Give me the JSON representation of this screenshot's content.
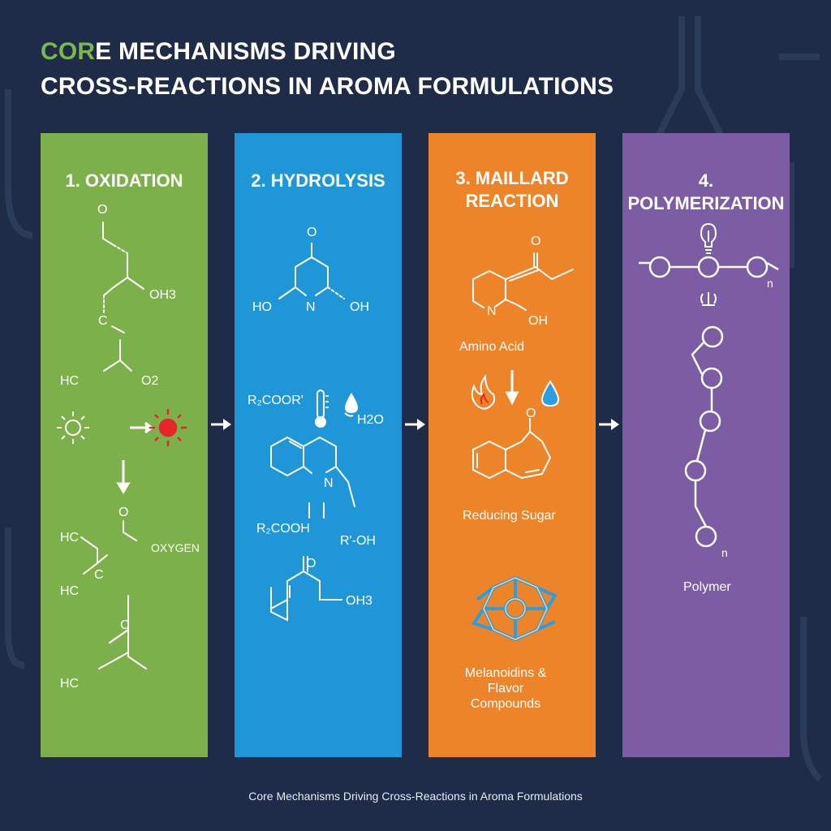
{
  "title": {
    "highlight": "COR",
    "line1_rest": "E MECHANISMS DRIVING",
    "line2": "CROSS-REACTIONS IN AROMA FORMULATIONS"
  },
  "colors": {
    "background": "#1e2c48",
    "title_highlight": "#7cb848",
    "oxidation": "#7cb04a",
    "hydrolysis": "#1f96d8",
    "maillard": "#ee8429",
    "polymerization": "#7c5ca3",
    "sun_red": "#e8262a",
    "drop_blue": "#2a9ee0"
  },
  "panels": {
    "oxidation": {
      "title": "1. OXIDATION",
      "labels": {
        "o_top": "O",
        "oh3": "OH3",
        "c1": "C",
        "hc1": "HC",
        "o2": "O2",
        "o_mid": "O",
        "hc2": "HC",
        "oxygen": "OXYGEN",
        "hc3": "HC",
        "c2": "C",
        "c3": "C",
        "hc4": "HC"
      },
      "icons": [
        "sun-outline-icon",
        "right-arrow-icon",
        "red-sun-icon",
        "down-arrow-icon"
      ]
    },
    "hydrolysis": {
      "title": "2. HYDROLYSIS",
      "labels": {
        "o_top": "O",
        "ho": "HO",
        "n": "N",
        "oh": "OH",
        "rcoor": "R₂COOR'",
        "h2o": "H2O",
        "n2": "N",
        "rcooh": "R₂COOH",
        "roh": "R'-OH",
        "o_ketone": "O",
        "oh3": "OH3"
      },
      "icons": [
        "thermometer-icon",
        "water-drop-icon"
      ]
    },
    "maillard": {
      "title_line1": "3. MAILLARD",
      "title_line2": "REACTION",
      "labels": {
        "o_top": "O",
        "n": "N",
        "oh": "OH",
        "amino_acid": "Amino Acid",
        "o_mid": "O",
        "reducing_sugar": "Reducing Sugar",
        "melanoidins": "Melanoidins & Flavor Compounds"
      },
      "icons": [
        "flame-icon",
        "down-arrow-icon",
        "water-drop-icon",
        "melanoidin-network-icon"
      ]
    },
    "polymerization": {
      "title": "4. POLYMERIZATION",
      "labels": {
        "n1": "n",
        "n2": "n",
        "polymer": "Polymer"
      },
      "icons": [
        "light-bulb-icon",
        "heat-waves-icon"
      ]
    }
  },
  "footer": "Core Mechanisms Driving Cross-Reactions in Aroma Formulations"
}
